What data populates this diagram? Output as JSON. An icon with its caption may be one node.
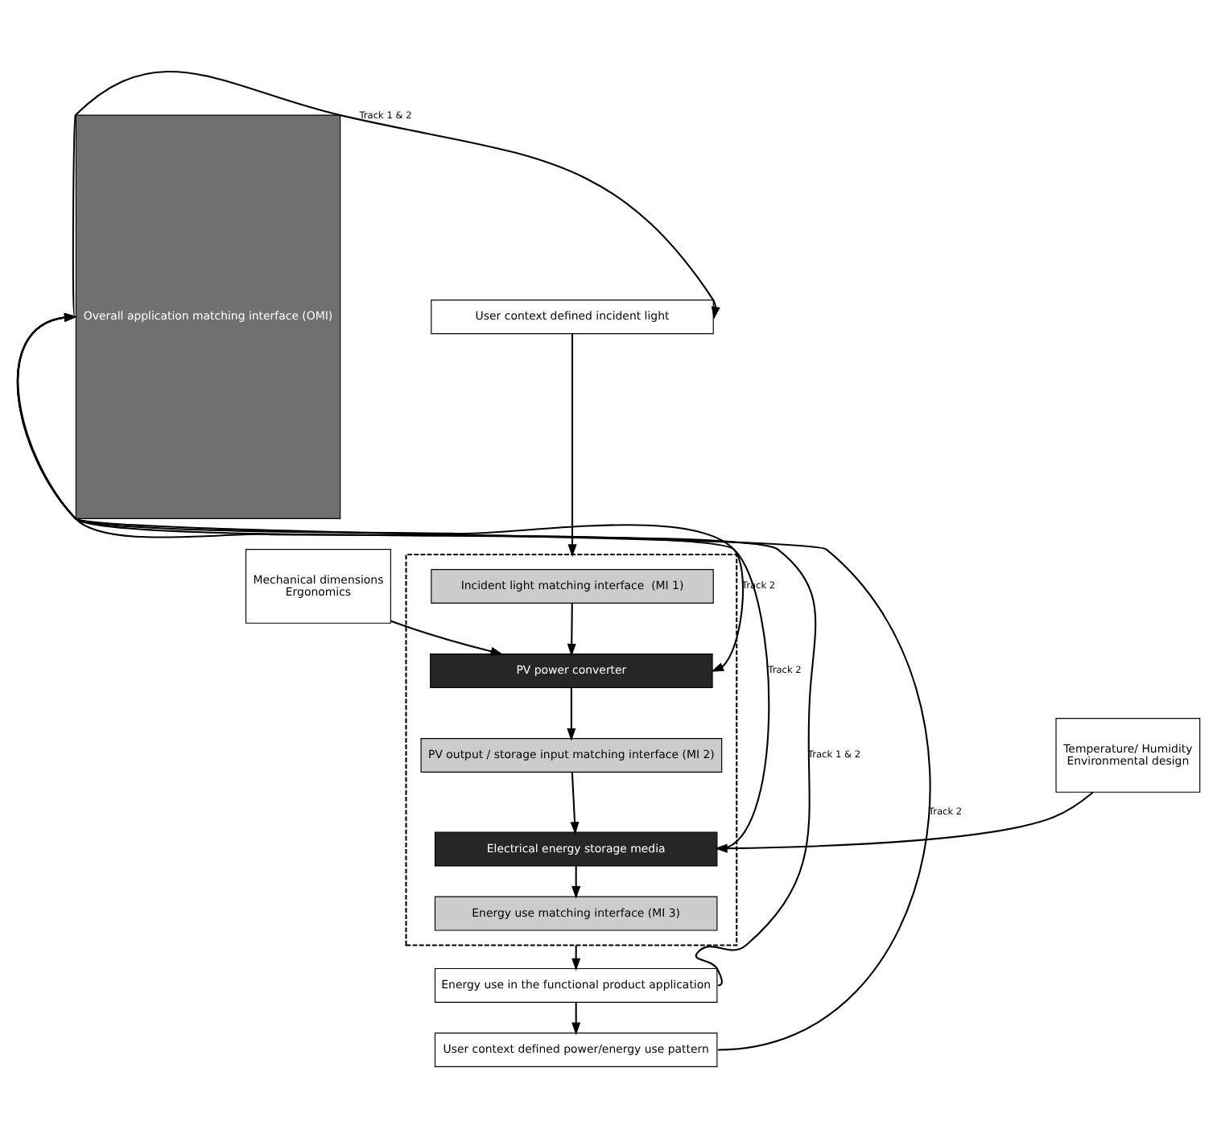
{
  "diagram": {
    "nodes": [
      {
        "text": [
          "User context defined incident light"
        ]
      },
      {
        "text": [],
        "shape": "box"
      },
      {
        "text": [
          "Incident light matching interface  (MI 1)"
        ],
        "in": 1
      },
      {
        "text": [
          "PV power converter"
        ],
        "in": 1
      },
      {
        "text": [
          "PV output / storage input matching interface (MI 2)"
        ],
        "in": 1
      },
      {
        "text": [
          "Electrical energy storage media"
        ],
        "in": 1
      },
      {
        "text": [
          "Energy use matching interface (MI 3)"
        ],
        "in": 1
      },
      {
        "text": [
          "Energy use in the functional product application"
        ]
      },
      {
        "text": [
          "User context defined power/energy use pattern"
        ]
      },
      {
        "text": [
          "Mechanical dimensions",
          "Ergonomics"
        ]
      },
      {
        "text": [
          "Temperature/ Humidity",
          "Environmental design"
        ]
      },
      {
        "text": [
          "Overall application matching interface (OMI)"
        ]
      }
    ],
    "edges": [
      {
        "from": 0,
        "to": 1,
        "arrow": "to"
      },
      {
        "from": 2,
        "to": 3,
        "arrow": "to"
      },
      {
        "from": 3,
        "to": 4,
        "arrow": "to"
      },
      {
        "from": 4,
        "to": 5,
        "arrow": "to"
      },
      {
        "from": 5,
        "to": 6,
        "arrow": "to"
      },
      {
        "from": 1,
        "to": 7,
        "arrow": "to"
      },
      {
        "from": 7,
        "to": 8,
        "arrow": "to"
      },
      {
        "from": 9,
        "to": 3,
        "arrow": "to"
      },
      {
        "from": 10,
        "to": 5,
        "arrow": "to"
      },
      {
        "from": 11,
        "to": 0,
        "arrow": "to",
        "label": "Track 1 & 2"
      },
      {
        "from": 11,
        "to": 3,
        "arrow": "to",
        "label": "Track 2"
      },
      {
        "from": 5,
        "to": 11,
        "arrow": "to",
        "label": "Track 2"
      },
      {
        "from": 7,
        "to": 11,
        "arrow": "to",
        "label": "Track 1 & 2"
      },
      {
        "from": 8,
        "to": 11,
        "arrow": "to",
        "label": "Track 2"
      }
    ]
  }
}
